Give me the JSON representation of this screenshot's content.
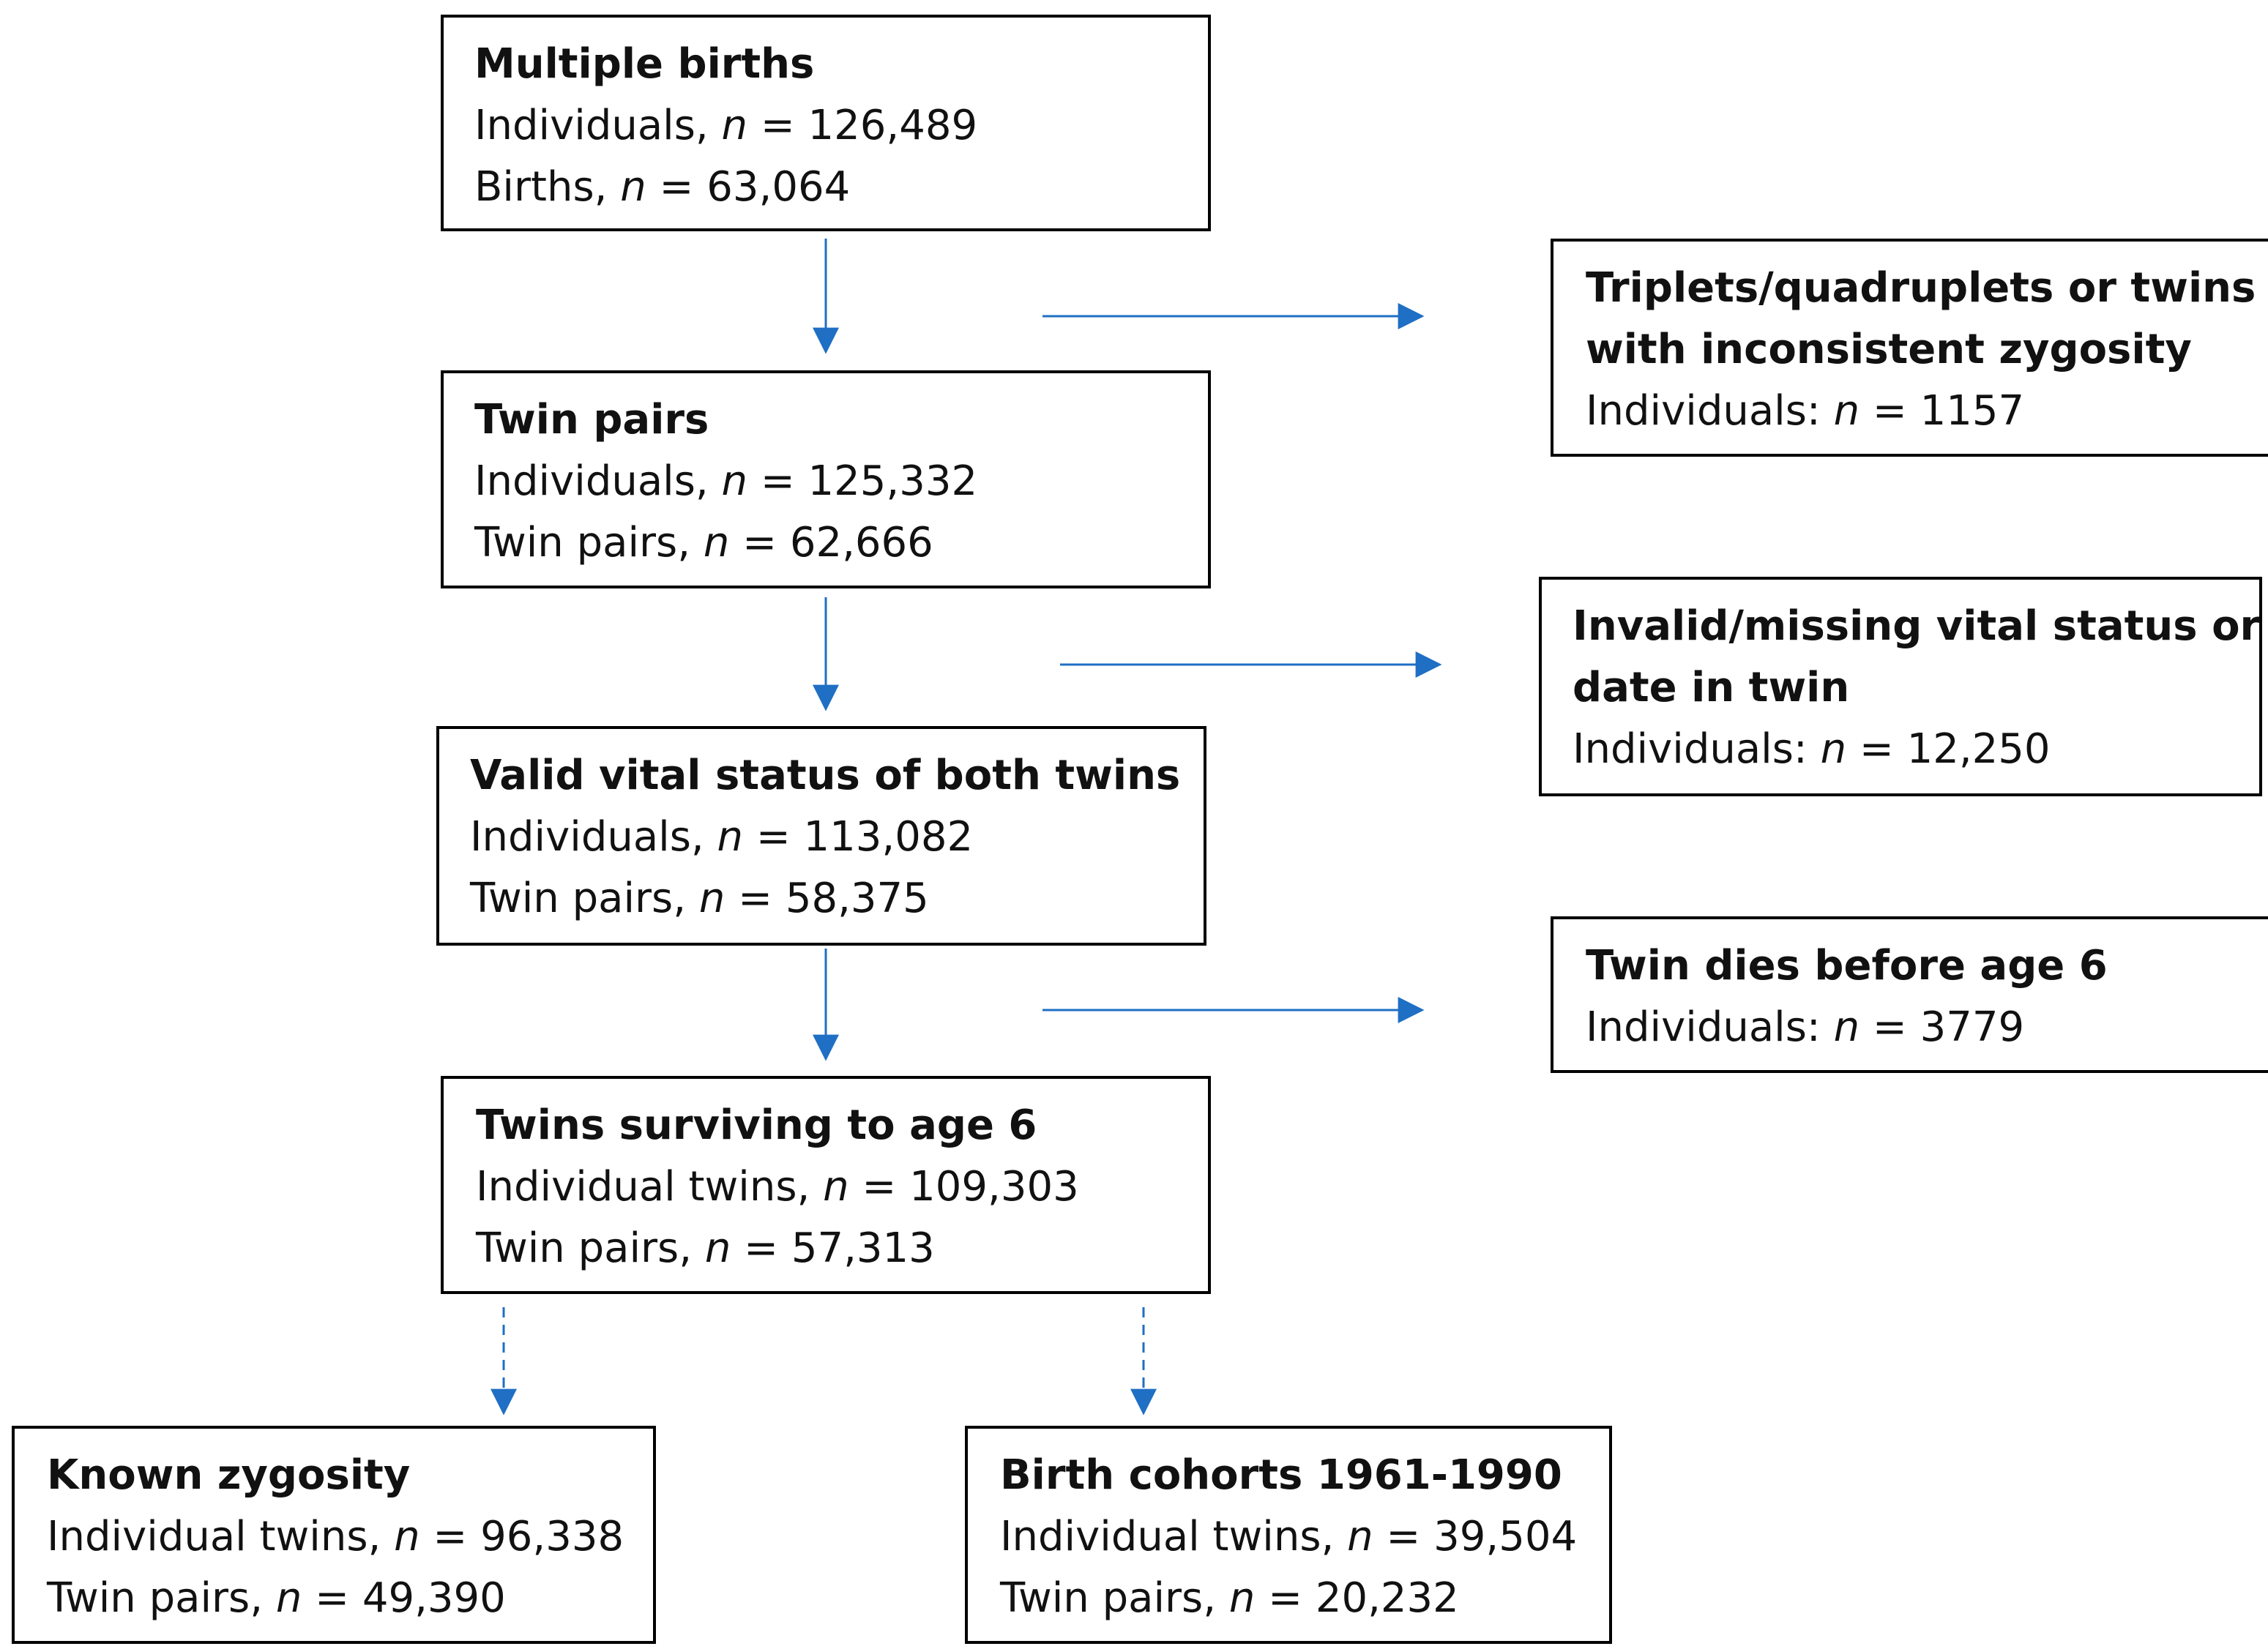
{
  "colors": {
    "arrow": "#1f6fc4",
    "border": "#000000"
  },
  "boxes": {
    "multiple_births": {
      "title": "Multiple births",
      "line1_label": "Individuals, ",
      "line1_var": "n",
      "line1_value": " = 126,489",
      "line2_label": "Births, ",
      "line2_var": "n",
      "line2_value": " = 63,064"
    },
    "twin_pairs": {
      "title": "Twin pairs",
      "line1_label": "Individuals, ",
      "line1_var": "n",
      "line1_value": " = 125,332",
      "line2_label": "Twin pairs, ",
      "line2_var": "n",
      "line2_value": " = 62,666"
    },
    "valid_vital": {
      "title": "Valid vital status of both twins",
      "line1_label": "Individuals, ",
      "line1_var": "n",
      "line1_value": " = 113,082",
      "line2_label": "Twin pairs, ",
      "line2_var": "n",
      "line2_value": " = 58,375"
    },
    "surviving": {
      "title": "Twins surviving to age 6",
      "line1_label": "Individual twins, ",
      "line1_var": "n",
      "line1_value": " = 109,303",
      "line2_label": "Twin pairs, ",
      "line2_var": "n",
      "line2_value": " = 57,313"
    },
    "known_zygosity": {
      "title": "Known zygosity",
      "line1_label": "Individual twins, ",
      "line1_var": "n",
      "line1_value": " = 96,338",
      "line2_label": "Twin pairs, ",
      "line2_var": "n",
      "line2_value": " = 49,390"
    },
    "birth_cohorts": {
      "title": "Birth cohorts 1961-1990",
      "line1_label": "Individual twins, ",
      "line1_var": "n",
      "line1_value": " = 39,504",
      "line2_label": "Twin pairs, ",
      "line2_var": "n",
      "line2_value": " = 20,232"
    },
    "excluded_triplets": {
      "title_line1": "Triplets/quadruplets or twins",
      "title_line2": "with inconsistent zygosity",
      "line1_label": "Individuals: ",
      "line1_var": "n",
      "line1_value": " = 1157"
    },
    "excluded_invalid": {
      "title_line1": "Invalid/missing vital status or",
      "title_line2": "date in twin",
      "line1_label": "Individuals: ",
      "line1_var": "n",
      "line1_value": " = 12,250"
    },
    "excluded_death": {
      "title": "Twin dies before age 6",
      "line1_label": "Individuals: ",
      "line1_var": "n",
      "line1_value": " = 3779"
    }
  }
}
